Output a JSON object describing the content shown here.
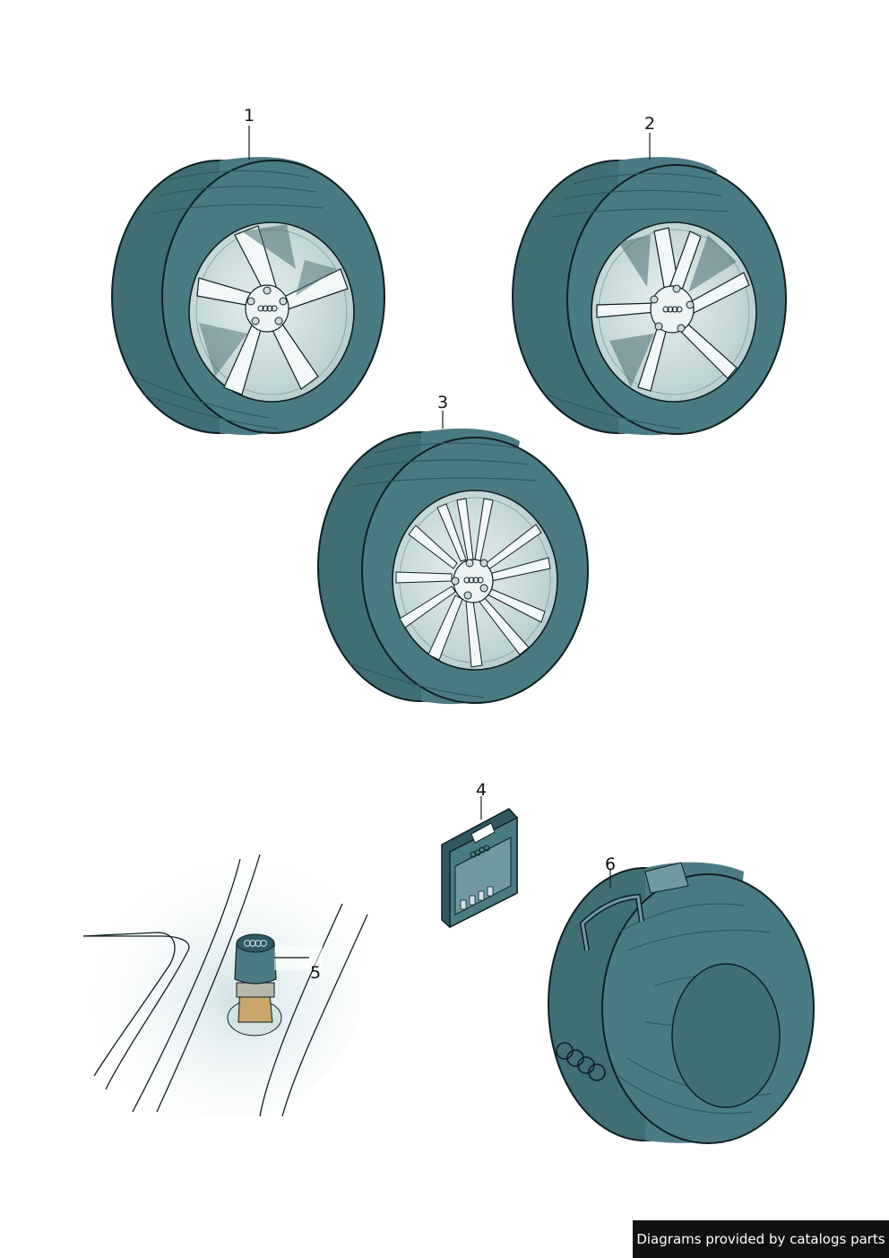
{
  "callouts": {
    "p1": "1",
    "p2": "2",
    "p3": "3",
    "p4": "4",
    "p5": "5",
    "p6": "6"
  },
  "watermark": "Diagrams provided by catalogs parts",
  "parts": [
    {
      "callout": "1",
      "item": "complete-wheel",
      "rim": "5-spoke twisted alloy"
    },
    {
      "callout": "2",
      "item": "complete-wheel",
      "rim": "5-double-spoke alloy"
    },
    {
      "callout": "3",
      "item": "complete-wheel",
      "rim": "multi-spoke alloy"
    },
    {
      "callout": "4",
      "item": "valve-cap-pack"
    },
    {
      "callout": "5",
      "item": "valve-cap"
    },
    {
      "callout": "6",
      "item": "wheel-storage-bag"
    }
  ],
  "colors": {
    "tyre": "#4b7b82",
    "tyre_dark": "#2f5960",
    "tyre_light": "#6f9ba0",
    "rim": "#d3e2e2",
    "rim_shadow": "#8aa6a8",
    "line": "#0f1f22",
    "tint": "#dbe8ea",
    "watermark_bg": "#111111",
    "watermark_fg": "#ffffff"
  },
  "icons": [
    "audi-rings-icon"
  ]
}
